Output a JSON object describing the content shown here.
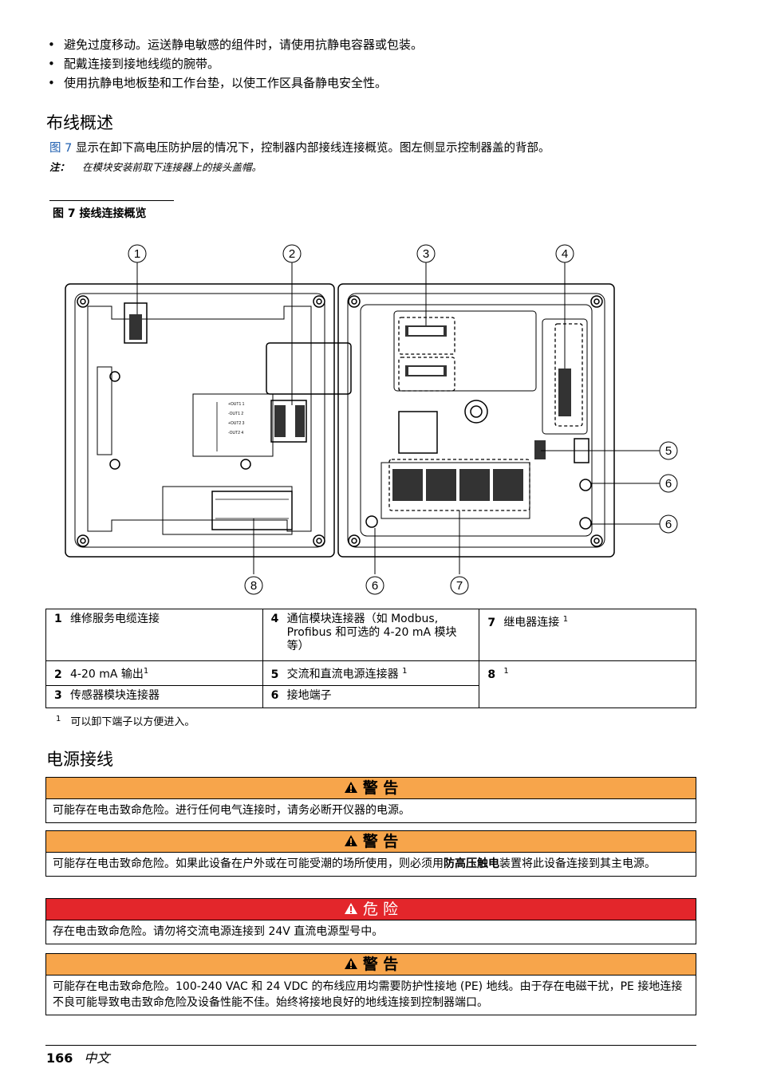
{
  "bullets": [
    "避免过度移动。运送静电敏感的组件时，请使用抗静电容器或包装。",
    "配戴连接到接地线缆的腕带。",
    "使用抗静电地板垫和工作台垫，以使工作区具备静电安全性。"
  ],
  "section1": {
    "heading": "布线概述",
    "intro_link": "图 7",
    "intro_text": " 显示在卸下高电压防护层的情况下，控制器内部接线连接概览。图左侧显示控制器盖的背部。",
    "note_label": "注：",
    "note_text": "在模块安装前取下连接器上的接头盖帽。"
  },
  "figure": {
    "caption": "图 7  接线连接概览",
    "callouts": [
      "1",
      "2",
      "3",
      "4",
      "5",
      "6",
      "6",
      "8",
      "6",
      "7"
    ],
    "terminal_labels": [
      "+OUT1 1",
      "-OUT1 2",
      "+OUT2 3",
      "-OUT2 4"
    ]
  },
  "legend": {
    "r1c1_num": "1",
    "r1c1_text": "维修服务电缆连接",
    "r1c2_num": "4",
    "r1c2_text": "通信模块连接器（如 Modbus, Profibus 和可选的 4-20 mA 模块等）",
    "r1c3_num": "7",
    "r1c3_text": "继电器连接",
    "r1c3_sup": "1",
    "r2c1_num": "2",
    "r2c1_text": "4-20 mA 输出",
    "r2c1_sup": "1",
    "r2c2_num": "5",
    "r2c2_text": "交流和直流电源连接器",
    "r2c2_sup": "1",
    "r2c3_num": "8",
    "r2c3_sup": "1",
    "r3c1_num": "3",
    "r3c1_text": "传感器模块连接器",
    "r3c2_num": "6",
    "r3c2_text": "接地端子"
  },
  "footnote": {
    "mark": "1",
    "text": "可以卸下端子以方便进入。"
  },
  "section2": {
    "heading": "电源接线"
  },
  "alerts": [
    {
      "type": "warning",
      "title": "警 告",
      "body_parts": [
        "可能存在电击致命危险。进行任何电气连接时，请务必断开仪器的电源。"
      ]
    },
    {
      "type": "warning",
      "title": "警 告",
      "body_parts": [
        "可能存在电击致命危险。如果此设备在户外或在可能受潮的场所使用，则必须用",
        "防高压触电",
        "装置将此设备连接到其主电源。"
      ]
    },
    {
      "type": "danger",
      "title": "危 险",
      "body_parts": [
        "存在电击致命危险。请勿将交流电源连接到 24V 直流电源型号中。"
      ]
    },
    {
      "type": "warning",
      "title": "警 告",
      "body_parts": [
        "可能存在电击致命危险。100-240 VAC 和 24 VDC 的布线应用均需要防护性接地 (PE) 地线。由于存在电磁干扰，PE 接地连接不良可能导致电击致命危险及设备性能不佳。始终将接地良好的地线连接到控制器端口。"
      ]
    }
  ],
  "colors": {
    "warning": "#f7a54b",
    "danger": "#e3262b",
    "link": "#1f5fb0"
  },
  "footer": {
    "page": "166",
    "lang": "中文"
  }
}
